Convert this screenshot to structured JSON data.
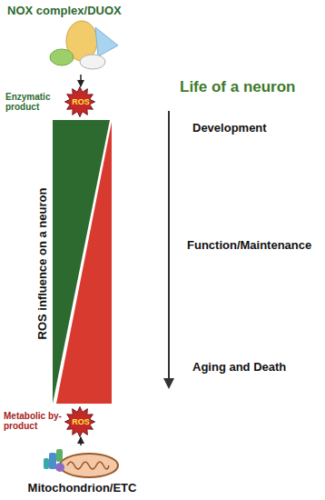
{
  "diagram": {
    "nodes": [
      {
        "text": [
          "NOX complex/DUOX"
        ]
      },
      {
        "text": [
          "ROS"
        ]
      },
      {
        "text": [
          "ROS"
        ]
      },
      {
        "text": [
          "Mitochondrion/ETC"
        ]
      }
    ],
    "edges": [
      {
        "from": 0,
        "to": 1,
        "arrow": "to"
      },
      {
        "from": 3,
        "to": 2,
        "arrow": "to"
      }
    ],
    "labels": [
      "Life of a neuron",
      "Development",
      "Function/Maintenance",
      "Aging and Death",
      "ROS influence on a neuron",
      "Enzymatic product",
      "Metabolic by-product"
    ]
  }
}
